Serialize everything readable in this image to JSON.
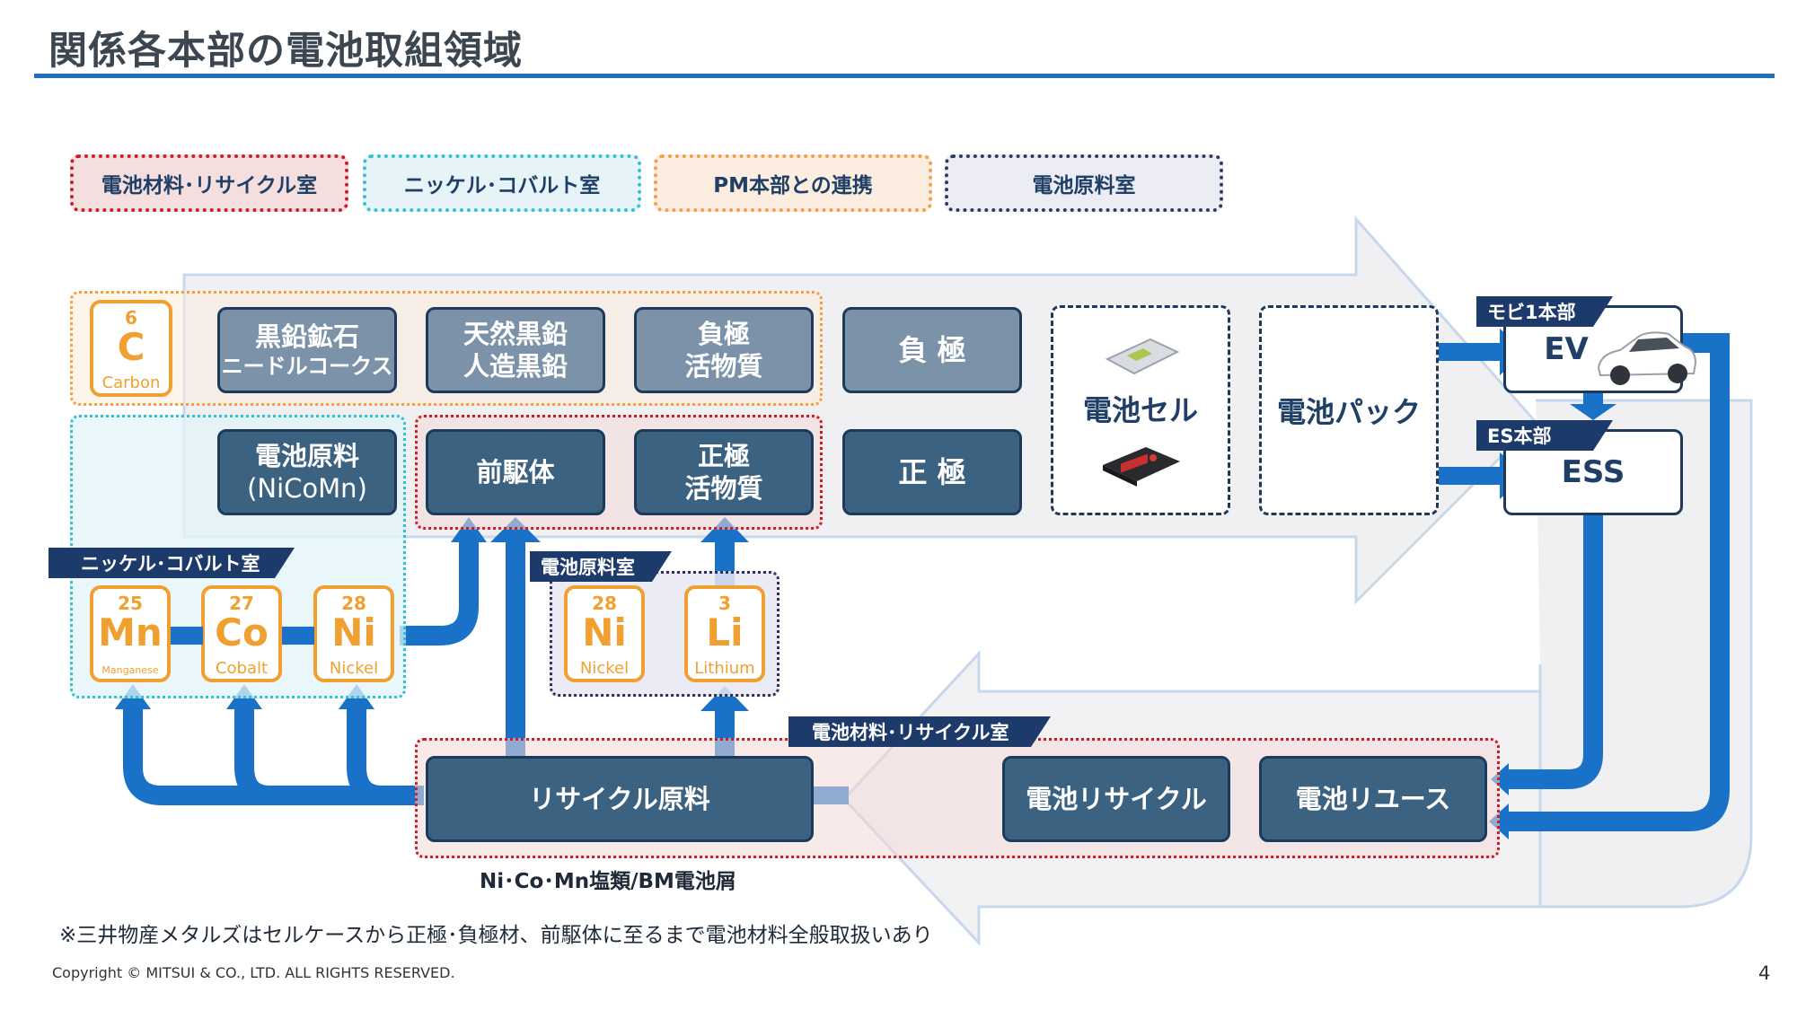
{
  "title": "関係各本部の電池取組領域",
  "legend": [
    {
      "label": "電池材料･リサイクル室"
    },
    {
      "label": "ニッケル･コバルト室"
    },
    {
      "label": "PM本部との連携"
    },
    {
      "label": "電池原料室"
    }
  ],
  "colors": {
    "accent": "#1f6dc0",
    "dark_box": "#3c6282",
    "light_box": "#7b92a8",
    "element": "#f0a030"
  },
  "carbon": {
    "number": "6",
    "symbol": "C",
    "name": "Carbon"
  },
  "boxes": {
    "graphite_ore_1": "黒鉛鉱石",
    "graphite_ore_2": "ニードルコークス",
    "graphite_1": "天然黒鉛",
    "graphite_2": "人造黒鉛",
    "anode_mat_1": "負極",
    "anode_mat_2": "活物質",
    "anode": "負 極",
    "raw_1": "電池原料",
    "raw_2": "(NiCoMn)",
    "precursor": "前駆体",
    "cathode_mat_1": "正極",
    "cathode_mat_2": "活物質",
    "cathode": "正 極",
    "cell": "電池セル",
    "pack": "電池パック",
    "ev": "EV",
    "ess": "ESS",
    "recycle_raw": "リサイクル原料",
    "recycle": "電池リサイクル",
    "reuse": "電池リユース"
  },
  "tags": {
    "mobility": "モビ1本部",
    "es": "ES本部",
    "nico": "ニッケル･コバルト室",
    "raw": "電池原料室",
    "recycle": "電池材料･リサイクル室"
  },
  "elements_nico": [
    {
      "number": "25",
      "symbol": "Mn",
      "name": "Manganese"
    },
    {
      "number": "27",
      "symbol": "Co",
      "name": "Cobalt"
    },
    {
      "number": "28",
      "symbol": "Ni",
      "name": "Nickel"
    }
  ],
  "elements_raw": [
    {
      "number": "28",
      "symbol": "Ni",
      "name": "Nickel"
    },
    {
      "number": "3",
      "symbol": "Li",
      "name": "Lithium"
    }
  ],
  "caption": "Ni･Co･Mn塩類/BM電池屑",
  "note": "※三井物産メタルズはセルケースから正極･負極材、前駆体に至るまで電池材料全般取扱いあり",
  "copyright": "Copyright © MITSUI & CO., LTD. ALL RIGHTS RESERVED.",
  "page_number": "4"
}
